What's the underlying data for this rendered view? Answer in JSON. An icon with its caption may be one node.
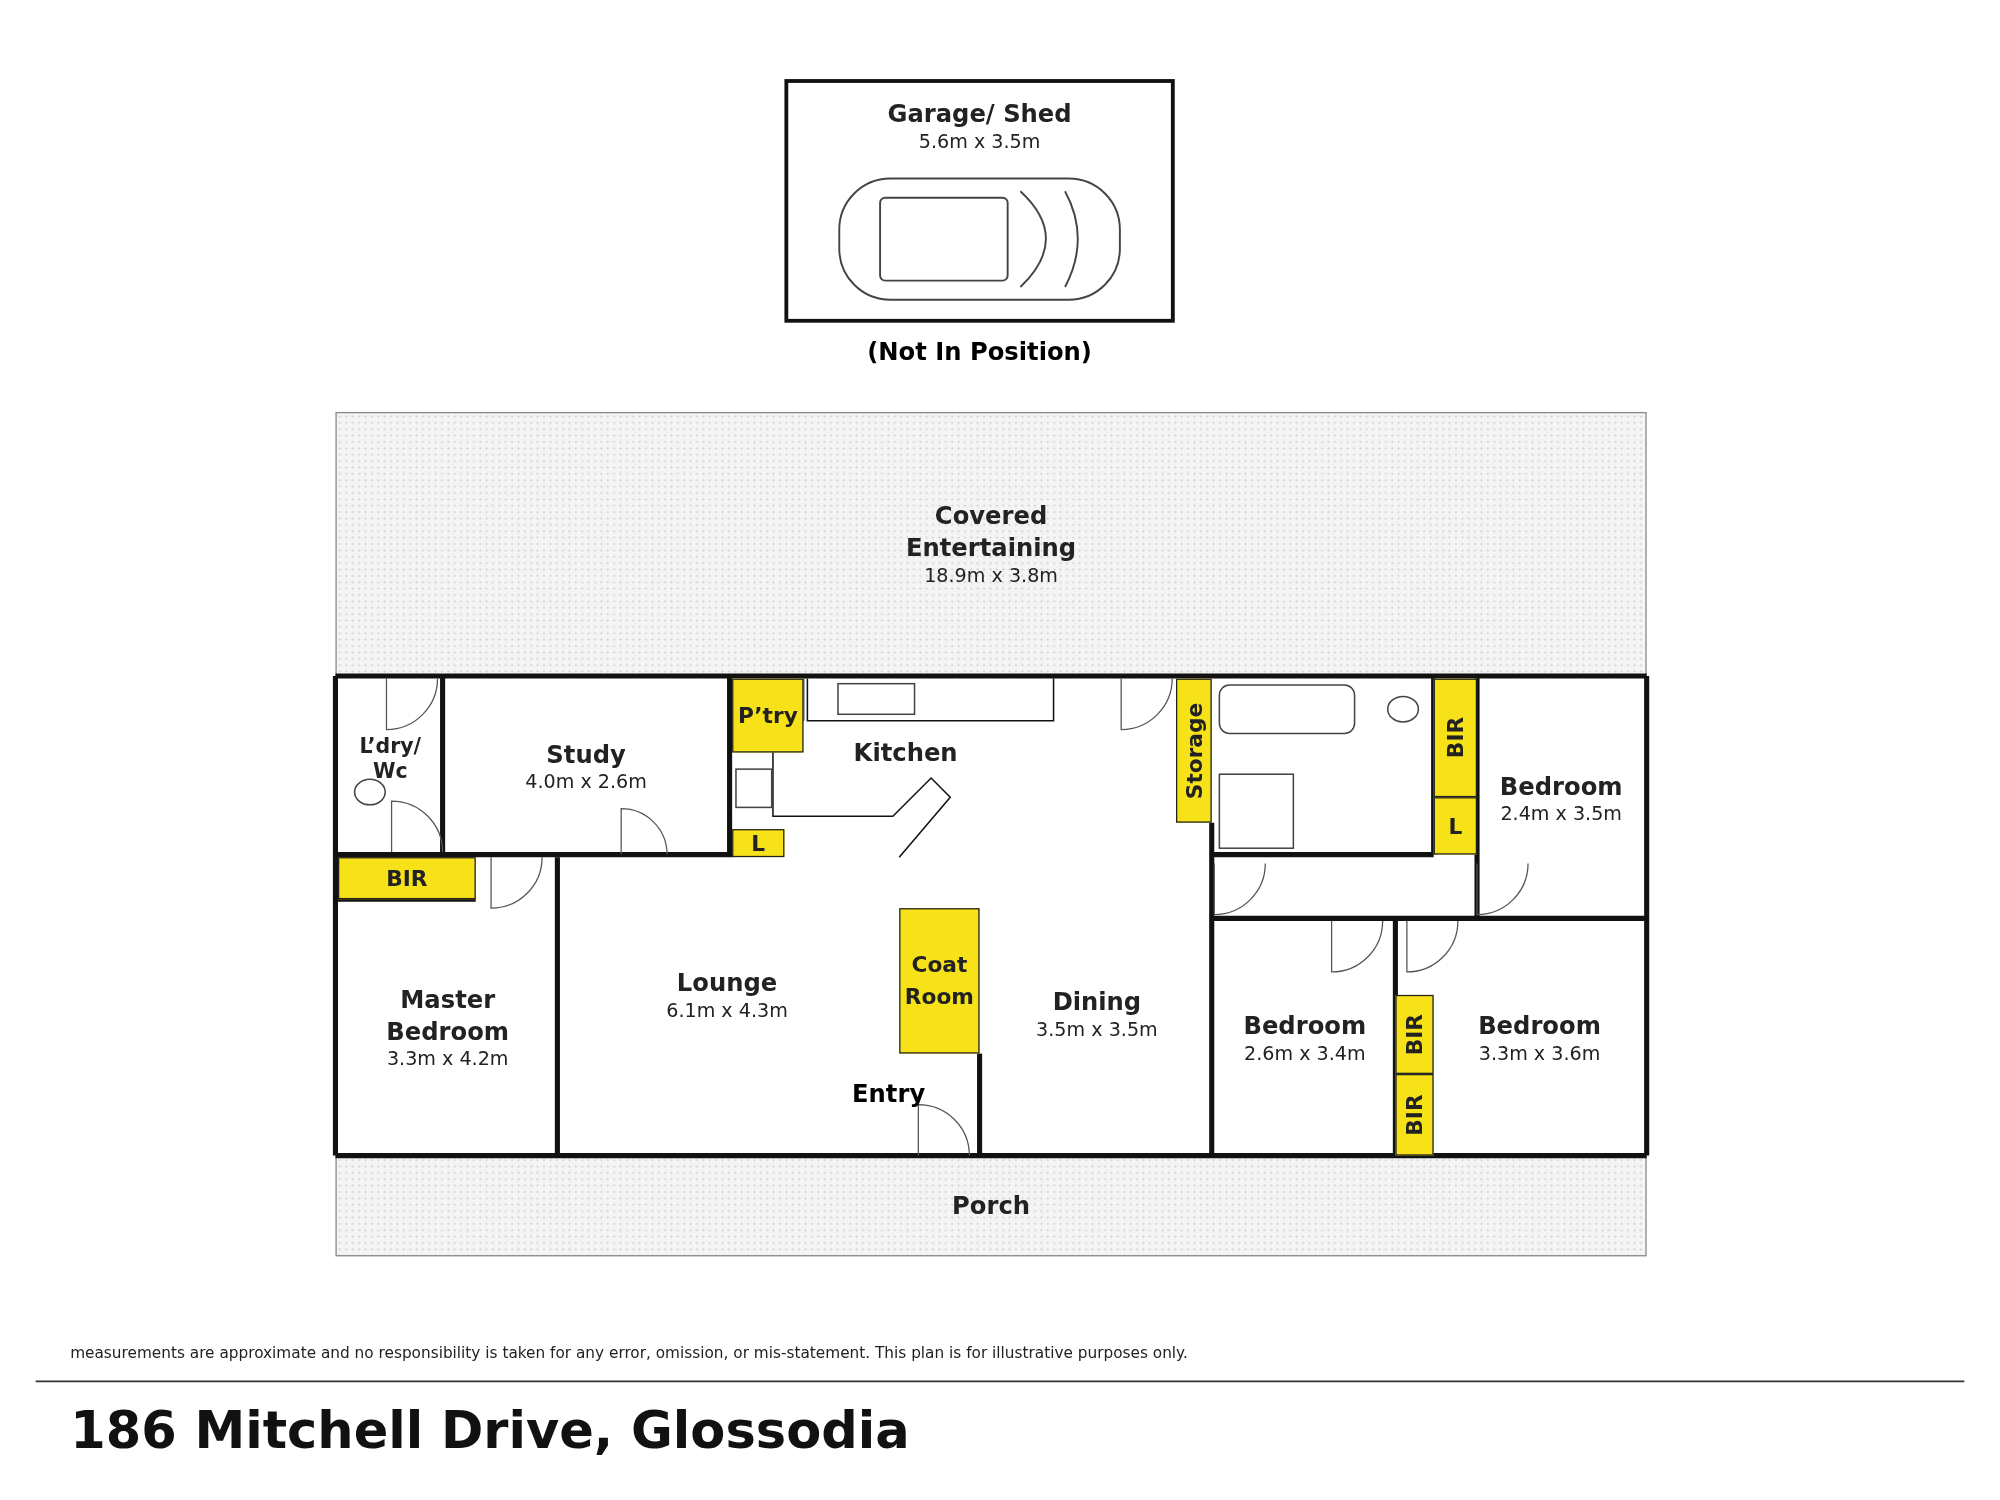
{
  "diagram": {
    "title": "186 Mitchell Drive, Glossodia",
    "nodes": [
      {
        "text": [
          "Garage/ Shed",
          "5.6m x 3.5m"
        ],
        "beside": [
          "(Not In Position)"
        ]
      },
      {
        "text": [
          "Covered Entertaining",
          "18.9m x 3.8m"
        ]
      },
      {
        "text": [
          "L’dry/ Wc"
        ]
      },
      {
        "text": [
          "Study",
          "4.0m x 2.6m"
        ]
      },
      {
        "text": [
          "P’try"
        ]
      },
      {
        "text": [
          "Kitchen"
        ]
      },
      {
        "text": [
          "L"
        ]
      },
      {
        "text": [
          "Storage"
        ]
      },
      {
        "text": [
          "BIR"
        ]
      },
      {
        "text": [
          "Bedroom",
          "2.4m x 3.5m"
        ]
      },
      {
        "text": [
          "L"
        ]
      },
      {
        "text": [
          "BIR"
        ]
      },
      {
        "text": [
          "Master Bedroom",
          "3.3m x 4.2m"
        ]
      },
      {
        "text": [
          "Lounge",
          "6.1m x 4.3m"
        ]
      },
      {
        "text": [
          "Coat Room"
        ]
      },
      {
        "text": [
          "Dining",
          "3.5m x 3.5m"
        ]
      },
      {
        "text": [
          "Bedroom",
          "2.6m x 3.4m"
        ]
      },
      {
        "text": [
          "BIR"
        ]
      },
      {
        "text": [
          "BIR"
        ]
      },
      {
        "text": [
          "Bedroom",
          "3.3m x 3.6m"
        ]
      },
      {
        "text": [
          "Porch"
        ]
      }
    ],
    "edges": [],
    "labels": [
      "Entry",
      "measurements are approximate and no responsibility is taken for any error, omission, or mis-statement. This plan is for illustrative purposes only."
    ]
  }
}
